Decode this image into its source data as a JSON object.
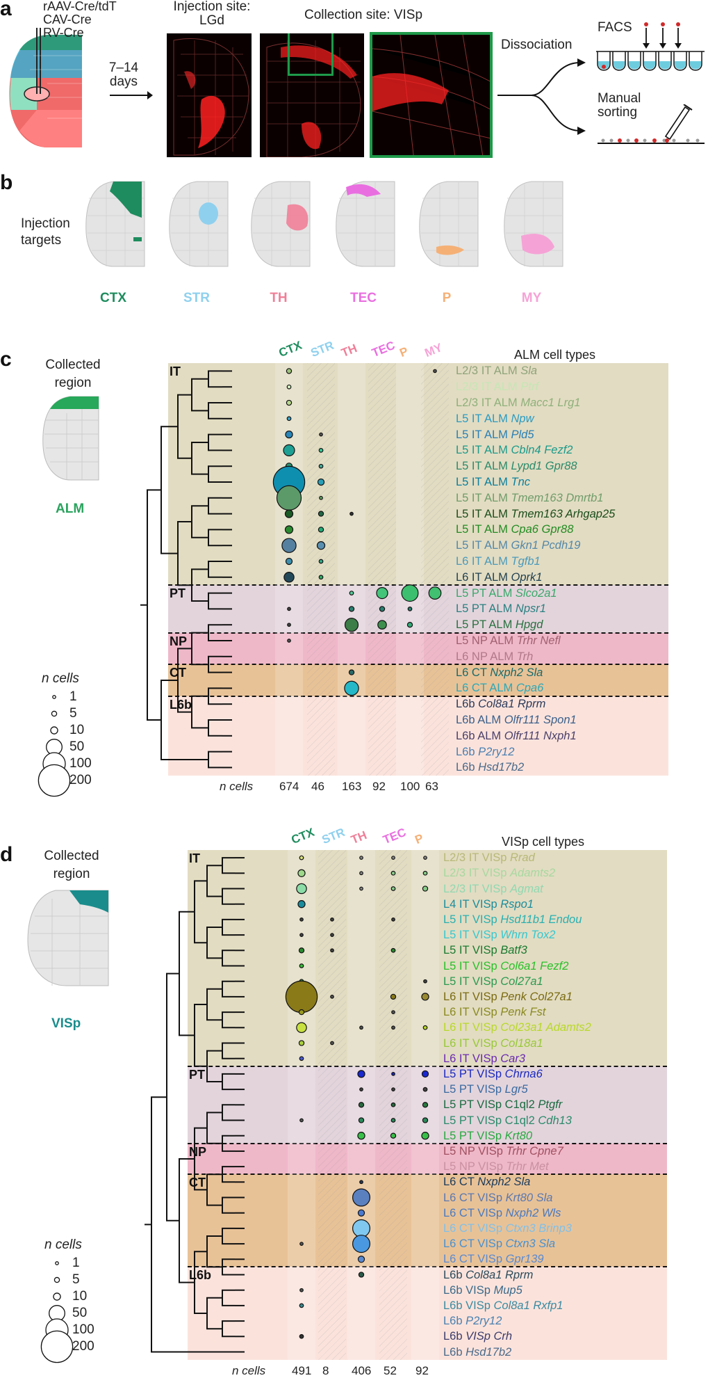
{
  "panel_a": {
    "letter": "a",
    "vectors": [
      "rAAV-Cre/tdT",
      "CAV-Cre",
      "RV-Cre"
    ],
    "time": "7–14\ndays",
    "time_line1": "7–14",
    "time_line2": "days",
    "injection_site": "Injection site:",
    "injection_site_name": "LGd",
    "collection_site": "Collection site: VISp",
    "dissociation": "Dissociation",
    "facs": "FACS",
    "manual_sorting_1": "Manual",
    "manual_sorting_2": "sorting"
  },
  "panel_b": {
    "letter": "b",
    "title_1": "Injection",
    "title_2": "targets",
    "targets": [
      {
        "name": "CTX",
        "color": "#1e8c5e"
      },
      {
        "name": "STR",
        "color": "#8fd0ee"
      },
      {
        "name": "TH",
        "color": "#ef7f98"
      },
      {
        "name": "TEC",
        "color": "#e96fe0"
      },
      {
        "name": "P",
        "color": "#f5b076"
      },
      {
        "name": "MY",
        "color": "#f5a3d6"
      }
    ]
  },
  "panel_c": {
    "letter": "c",
    "collected_1": "Collected",
    "collected_2": "region",
    "region": "ALM",
    "region_color": "#2aa35e",
    "title": "ALM cell types",
    "columns": [
      "CTX",
      "STR",
      "TH",
      "TEC",
      "P",
      "MY"
    ],
    "n_cells_label": "n cells",
    "counts": [
      "674",
      "46",
      "163",
      "92",
      "100",
      "63"
    ],
    "legend_title": "n cells",
    "legend_values": [
      "1",
      "5",
      "10",
      "50",
      "100",
      "200"
    ],
    "classes": [
      {
        "name": "IT",
        "from": 0,
        "to": 13,
        "color": "#d8d0ae"
      },
      {
        "name": "PT",
        "from": 14,
        "to": 16,
        "color": "#d9c6d0"
      },
      {
        "name": "NP",
        "from": 17,
        "to": 18,
        "color": "#e9a0b7"
      },
      {
        "name": "CT",
        "from": 19,
        "to": 20,
        "color": "#e0ad74"
      },
      {
        "name": "L6b",
        "from": 21,
        "to": 25,
        "color": "#f9d9d0"
      }
    ],
    "rows": [
      {
        "pre": "L2/3 IT ALM ",
        "gene": "Sla",
        "color": "#8fa37a",
        "dots": [
          [
            0,
            5,
            "#9cc27a"
          ],
          [
            5,
            1,
            "#555"
          ]
        ]
      },
      {
        "pre": "L2/3 IT ALM ",
        "gene": "Ptrf",
        "color": "#c6e6b5",
        "dots": [
          [
            0,
            3,
            "#d3efc0"
          ]
        ]
      },
      {
        "pre": "L2/3 IT ALM ",
        "gene": "Macc1 Lrg1",
        "color": "#8fb07a",
        "dots": [
          [
            0,
            5,
            "#b9d88f"
          ]
        ]
      },
      {
        "pre": "L5 IT ALM ",
        "gene": "Npw",
        "color": "#2a9bc2",
        "dots": [
          [
            0,
            3,
            "#3aa2c8"
          ]
        ]
      },
      {
        "pre": "L5 IT ALM ",
        "gene": "Pld5",
        "color": "#2a7fb4",
        "dots": [
          [
            0,
            10,
            "#2a85b8"
          ],
          [
            1,
            2,
            "#555"
          ]
        ]
      },
      {
        "pre": "L5 IT ALM ",
        "gene": "Cbln4 Fezf2",
        "color": "#1a9a8a",
        "dots": [
          [
            0,
            25,
            "#1ea094"
          ],
          [
            1,
            3,
            "#3c9"
          ]
        ]
      },
      {
        "pre": "L5 IT ALM ",
        "gene": "Lypd1 Gpr88",
        "color": "#2b8a6a",
        "dots": [
          [
            0,
            8,
            "#2d9574"
          ],
          [
            1,
            3,
            "#4a9"
          ]
        ]
      },
      {
        "pre": "L5 IT ALM ",
        "gene": "Tnc",
        "color": "#0a7f9c",
        "dots": [
          [
            0,
            200,
            "#0f8fb0"
          ],
          [
            1,
            8,
            "#2a9fb8"
          ]
        ]
      },
      {
        "pre": "L5 IT ALM ",
        "gene": "Tmem163 Dmrtb1",
        "color": "#6f9c6a",
        "dots": [
          [
            0,
            120,
            "#5d9a69"
          ],
          [
            1,
            2,
            "#6a6"
          ]
        ]
      },
      {
        "pre": "L5 IT ALM ",
        "gene": "Tmem163 Arhgap25",
        "color": "#1b4d1b",
        "dots": [
          [
            0,
            12,
            "#1b5a25"
          ],
          [
            1,
            5,
            "#264"
          ],
          [
            2,
            2,
            "#333"
          ]
        ]
      },
      {
        "pre": "L5 IT ALM ",
        "gene": "Cpa6 Gpr88",
        "color": "#228b22",
        "dots": [
          [
            0,
            12,
            "#2a8a30"
          ],
          [
            1,
            5,
            "#2a7"
          ]
        ]
      },
      {
        "pre": "L5 IT ALM ",
        "gene": "Gkn1 Pcdh19",
        "color": "#5487a8",
        "dots": [
          [
            0,
            40,
            "#5580a0"
          ],
          [
            1,
            12,
            "#5a8fb0"
          ]
        ]
      },
      {
        "pre": "L6 IT ALM ",
        "gene": "Tgfb1",
        "color": "#4a9abb",
        "dots": [
          [
            0,
            8,
            "#3d8fae"
          ],
          [
            1,
            3,
            "#3a8"
          ]
        ]
      },
      {
        "pre": "L6 IT ALM ",
        "gene": "Oprk1",
        "color": "#1f3f4f",
        "dots": [
          [
            0,
            20,
            "#244a5a"
          ],
          [
            1,
            3,
            "#3a6"
          ]
        ]
      },
      {
        "pre": "L5 PT ALM ",
        "gene": "Slco2a1",
        "color": "#3aa86a",
        "dots": [
          [
            2,
            3,
            "#5c9"
          ],
          [
            3,
            25,
            "#44c47a"
          ],
          [
            4,
            55,
            "#3cbf6e"
          ],
          [
            5,
            30,
            "#40c070"
          ]
        ]
      },
      {
        "pre": "L5 PT ALM ",
        "gene": "Npsr1",
        "color": "#2a8080",
        "dots": [
          [
            0,
            2,
            "#444"
          ],
          [
            2,
            5,
            "#2a7f70"
          ],
          [
            3,
            5,
            "#2a7f70"
          ],
          [
            4,
            3,
            "#2a7f70"
          ]
        ]
      },
      {
        "pre": "L5 PT ALM ",
        "gene": "Hpgd",
        "color": "#2a7040",
        "dots": [
          [
            0,
            2,
            "#444"
          ],
          [
            2,
            35,
            "#3d7d48"
          ],
          [
            3,
            15,
            "#3e8e4e"
          ],
          [
            4,
            5,
            "#3a7"
          ]
        ]
      },
      {
        "pre": "L5 NP ALM ",
        "gene": "Trhr Nefl",
        "color": "#a06070",
        "dots": [
          [
            0,
            2,
            "#555"
          ]
        ]
      },
      {
        "pre": "L6 NP ALM ",
        "gene": "Trh",
        "color": "#b07888",
        "dots": []
      },
      {
        "pre": "L6 CT ",
        "gene": "Nxph2 Sla",
        "color": "#1a6a6a",
        "dots": [
          [
            2,
            5,
            "#2a6a6a"
          ]
        ]
      },
      {
        "pre": "L6 CT ALM ",
        "gene": "Cpa6",
        "color": "#2aa8b8",
        "dots": [
          [
            2,
            40,
            "#25b8c8"
          ]
        ]
      },
      {
        "pre": "L6b ",
        "gene": "Col8a1 Rprm",
        "color": "#2a3a5a",
        "dots": []
      },
      {
        "pre": "L6b ALM ",
        "gene": "Olfr111 Spon1",
        "color": "#3a5f8a",
        "dots": []
      },
      {
        "pre": "L6b ALM ",
        "gene": "Olfr111 Nxph1",
        "color": "#4a3f6a",
        "dots": []
      },
      {
        "pre": "L6b ",
        "gene": "P2ry12",
        "color": "#4a7fb0",
        "dots": []
      },
      {
        "pre": "L6b ",
        "gene": "Hsd17b2",
        "color": "#4a6a8a",
        "dots": []
      }
    ]
  },
  "panel_d": {
    "letter": "d",
    "collected_1": "Collected",
    "collected_2": "region",
    "region": "VISp",
    "region_color": "#1a8c8c",
    "title": "VISp cell types",
    "columns": [
      "CTX",
      "STR",
      "TH",
      "TEC",
      "P"
    ],
    "n_cells_label": "n cells",
    "counts": [
      "491",
      "8",
      "406",
      "52",
      "92"
    ],
    "legend_title": "n cells",
    "legend_values": [
      "1",
      "5",
      "10",
      "50",
      "100",
      "200"
    ],
    "classes": [
      {
        "name": "IT",
        "from": 0,
        "to": 13,
        "color": "#d8d0ae"
      },
      {
        "name": "PT",
        "from": 14,
        "to": 18,
        "color": "#d9c6d0"
      },
      {
        "name": "NP",
        "from": 19,
        "to": 20,
        "color": "#e9a0b7"
      },
      {
        "name": "CT",
        "from": 21,
        "to": 26,
        "color": "#e0ad74"
      },
      {
        "name": "L6b",
        "from": 27,
        "to": 32,
        "color": "#f9d9d0"
      }
    ],
    "rows": [
      {
        "pre": "L2/3 IT VISp ",
        "gene": "Rrad",
        "color": "#b8b878",
        "dots": [
          [
            0,
            3,
            "#d8e07a"
          ],
          [
            2,
            2,
            "#888"
          ],
          [
            3,
            2,
            "#888"
          ],
          [
            4,
            2,
            "#888"
          ]
        ]
      },
      {
        "pre": "L2/3 IT VISp ",
        "gene": "Adamts2",
        "color": "#a8d8a0",
        "dots": [
          [
            0,
            10,
            "#9ed88a"
          ],
          [
            2,
            2,
            "#888"
          ],
          [
            3,
            3,
            "#8c8"
          ],
          [
            4,
            3,
            "#8c8"
          ]
        ]
      },
      {
        "pre": "L2/3 IT VISp ",
        "gene": "Agmat",
        "color": "#90d8b0",
        "dots": [
          [
            0,
            20,
            "#8cdca8"
          ],
          [
            2,
            2,
            "#888"
          ],
          [
            3,
            3,
            "#8c8"
          ],
          [
            4,
            5,
            "#8c8"
          ]
        ]
      },
      {
        "pre": "L4 IT VISp ",
        "gene": "Rspo1",
        "color": "#1a8c9c",
        "dots": [
          [
            0,
            10,
            "#1a8c9c"
          ]
        ]
      },
      {
        "pre": "L5 IT VISp ",
        "gene": "Hsd11b1 Endou",
        "color": "#28b0b0",
        "dots": [
          [
            0,
            2,
            "#444"
          ],
          [
            1,
            2,
            "#444"
          ],
          [
            3,
            2,
            "#444"
          ]
        ]
      },
      {
        "pre": "L5 IT VISp ",
        "gene": "Whrn Tox2",
        "color": "#35c8d0",
        "dots": [
          [
            0,
            2,
            "#444"
          ],
          [
            1,
            2,
            "#444"
          ]
        ]
      },
      {
        "pre": "L5 IT VISp ",
        "gene": "Batf3",
        "color": "#1a7a30",
        "dots": [
          [
            0,
            5,
            "#2a8a30"
          ],
          [
            1,
            2,
            "#444"
          ],
          [
            3,
            3,
            "#2a8a30"
          ]
        ]
      },
      {
        "pre": "L5 IT VISp ",
        "gene": "Col6a1 Fezf2",
        "color": "#28c028",
        "dots": [
          [
            0,
            3,
            "#38c038"
          ]
        ]
      },
      {
        "pre": "L5 IT VISp ",
        "gene": "Col27a1",
        "color": "#2a9a50",
        "dots": [
          [
            0,
            3,
            "#3a9a50"
          ],
          [
            4,
            2,
            "#444"
          ]
        ]
      },
      {
        "pre": "L6 IT VISp ",
        "gene": "Penk Col27a1",
        "color": "#7a6a10",
        "dots": [
          [
            0,
            200,
            "#8a7a18"
          ],
          [
            1,
            2,
            "#555"
          ],
          [
            3,
            5,
            "#8a7a18"
          ],
          [
            4,
            10,
            "#9a8a30"
          ]
        ]
      },
      {
        "pre": "L6 IT VISp ",
        "gene": "Penk Fst",
        "color": "#8a8a20",
        "dots": [
          [
            0,
            5,
            "#9a9a20"
          ],
          [
            3,
            2,
            "#555"
          ]
        ]
      },
      {
        "pre": "L6 IT VISp ",
        "gene": "Col23a1 Adamts2",
        "color": "#b8d828",
        "dots": [
          [
            0,
            20,
            "#c8e040"
          ],
          [
            2,
            2,
            "#555"
          ],
          [
            3,
            2,
            "#555"
          ],
          [
            4,
            3,
            "#b8d828"
          ]
        ]
      },
      {
        "pre": "L6 IT VISp ",
        "gene": "Col18a1",
        "color": "#98c838",
        "dots": [
          [
            0,
            5,
            "#a8d040"
          ],
          [
            1,
            2,
            "#555"
          ]
        ]
      },
      {
        "pre": "L6 IT VISp ",
        "gene": "Car3",
        "color": "#6a2ab0",
        "dots": [
          [
            0,
            3,
            "#4a5ad0"
          ]
        ]
      },
      {
        "pre": "L5 PT VISp ",
        "gene": "Chrna6",
        "color": "#1a28c0",
        "dots": [
          [
            2,
            10,
            "#1a28d0"
          ],
          [
            3,
            2,
            "#1a28c0"
          ],
          [
            4,
            8,
            "#1a28d0"
          ]
        ]
      },
      {
        "pre": "L5 PT VISp ",
        "gene": "Lgr5",
        "color": "#3a6aa0",
        "dots": [
          [
            2,
            2,
            "#444"
          ],
          [
            3,
            2,
            "#444"
          ],
          [
            4,
            3,
            "#444"
          ]
        ]
      },
      {
        "pre": "L5 PT VISp C1ql2 ",
        "gene": "Ptgfr",
        "color": "#1a6a40",
        "dots": [
          [
            2,
            5,
            "#2a6a40"
          ],
          [
            3,
            3,
            "#2a6a40"
          ],
          [
            4,
            5,
            "#2a7a40"
          ]
        ]
      },
      {
        "pre": "L5 PT VISp C1ql2 ",
        "gene": "Cdh13",
        "color": "#2a8a6a",
        "dots": [
          [
            0,
            2,
            "#555"
          ],
          [
            2,
            5,
            "#2a8a5a"
          ],
          [
            3,
            3,
            "#2a8a5a"
          ],
          [
            4,
            5,
            "#2a8a5a"
          ]
        ]
      },
      {
        "pre": "L5 PT VISp ",
        "gene": "Krt80",
        "color": "#28a840",
        "dots": [
          [
            2,
            10,
            "#38c048"
          ],
          [
            3,
            5,
            "#38c048"
          ],
          [
            4,
            10,
            "#38c048"
          ]
        ]
      },
      {
        "pre": "L5 NP VISp ",
        "gene": "Trhr Cpne7",
        "color": "#a05060",
        "dots": []
      },
      {
        "pre": "L5 NP VISp ",
        "gene": "Trhr Met",
        "color": "#c890a0",
        "dots": []
      },
      {
        "pre": "L6 CT ",
        "gene": "Nxph2 Sla",
        "color": "#1a3a5a",
        "dots": [
          [
            2,
            2,
            "#2a3a5a"
          ]
        ]
      },
      {
        "pre": "L6 CT VISp ",
        "gene": "Krt80 Sla",
        "color": "#5a78b0",
        "dots": [
          [
            2,
            60,
            "#5a80c0"
          ]
        ]
      },
      {
        "pre": "L6 CT VISp ",
        "gene": "Nxph2 Wls",
        "color": "#4a7ac0",
        "dots": [
          [
            2,
            8,
            "#4a7ad0"
          ]
        ]
      },
      {
        "pre": "L6 CT VISp ",
        "gene": "Ctxn3 Brinp3",
        "color": "#80c0e8",
        "dots": [
          [
            2,
            60,
            "#80c8f0"
          ]
        ]
      },
      {
        "pre": "L6 CT VISp ",
        "gene": "Ctxn3 Sla",
        "color": "#4890d0",
        "dots": [
          [
            0,
            2,
            "#555"
          ],
          [
            2,
            60,
            "#4a98e0"
          ]
        ]
      },
      {
        "pre": "L6 CT VISp ",
        "gene": "Gpr139",
        "color": "#5a8ad0",
        "dots": [
          [
            2,
            8,
            "#5a8ad0"
          ]
        ]
      },
      {
        "pre": "L6b ",
        "gene": "Col8a1 Rprm",
        "color": "#2a4a5a",
        "dots": [
          [
            2,
            5,
            "#2a5a4a"
          ]
        ]
      },
      {
        "pre": "L6b VISp ",
        "gene": "Mup5",
        "color": "#3a6a8a",
        "dots": [
          [
            0,
            2,
            "#555"
          ]
        ]
      },
      {
        "pre": "L6b VISp ",
        "gene": "Col8a1 Rxfp1",
        "color": "#3a8aa0",
        "dots": [
          [
            0,
            3,
            "#3a8a90"
          ]
        ]
      },
      {
        "pre": "L6b ",
        "gene": "P2ry12",
        "color": "#4a80b0",
        "dots": []
      },
      {
        "pre": "L6b ",
        "gene": "VISp Crh",
        "color": "#3a3a6a",
        "dots": [
          [
            0,
            3,
            "#333"
          ]
        ]
      },
      {
        "pre": "L6b ",
        "gene": "Hsd17b2",
        "color": "#4a6a8a",
        "dots": []
      }
    ]
  }
}
